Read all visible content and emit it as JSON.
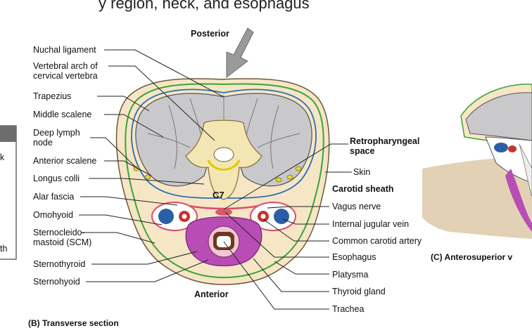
{
  "top_text": "y region, neck, and esophagus",
  "orientation": {
    "posterior": "Posterior",
    "anterior": "Anterior"
  },
  "vertebra_label": "C7",
  "left_labels": [
    "Nuchal ligament",
    "Vertebral arch of cervical vertebra",
    "Trapezius",
    "Middle scalene",
    "Deep lymph node",
    "Anterior scalene",
    "Longus colli",
    "Alar fascia",
    "Omohyoid",
    "Sternocleido- mastoid (SCM)",
    "Sternothyroid",
    "Sternohyoid"
  ],
  "right_labels": [
    "Retropharyngeal space",
    "Skin",
    "Carotid sheath",
    "Vagus nerve",
    "Internal jugular vein",
    "Common carotid artery",
    "Esophagus",
    "Platysma",
    "Thyroid gland",
    "Trachea"
  ],
  "left_panel_fragments": [
    "k",
    "th"
  ],
  "captions": {
    "b": "(B) Transverse section",
    "c": "(C) Anterosuperior v"
  },
  "colors": {
    "skin": "#f6e6c6",
    "muscle": "#c9c9cc",
    "fascia_blue": "#2a6fb5",
    "fascia_green": "#3aa33a",
    "thyroid": "#b84db5",
    "artery": "#c8322b",
    "vein": "#2a5fa8",
    "bone": "#f3e6b2"
  }
}
